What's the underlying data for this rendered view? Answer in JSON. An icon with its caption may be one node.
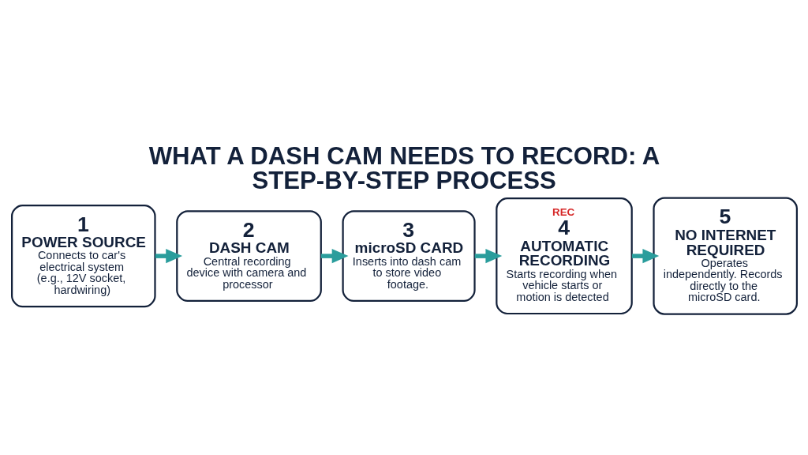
{
  "diagram": {
    "title": "WHAT A DASH CAM NEEDS TO RECORD: A STEP-BY-STEP PROCESS",
    "nodes": [
      {
        "text": [
          "1",
          "POWER SOURCE",
          "Connects to car's electrical system (e.g., 12V socket, hardwiring)"
        ]
      },
      {
        "text": [
          "2",
          "DASH CAM",
          "Central recording device with camera and processor"
        ]
      },
      {
        "text": [
          "3",
          "microSD CARD",
          "Inserts into dash cam to store video footage."
        ]
      },
      {
        "text": [
          "REC",
          "4",
          "AUTOMATIC RECORDING",
          "Starts recording when vehicle starts or motion is detected"
        ]
      },
      {
        "text": [
          "5",
          "NO INTERNET REQUIRED",
          "Operates independently. Records directly to the microSD card."
        ]
      }
    ],
    "edges": [
      {
        "from": 0,
        "to": 1,
        "arrow": "to"
      },
      {
        "from": 1,
        "to": 2,
        "arrow": "to"
      },
      {
        "from": 2,
        "to": 3,
        "arrow": "to"
      },
      {
        "from": 3,
        "to": 4,
        "arrow": "to"
      }
    ]
  }
}
